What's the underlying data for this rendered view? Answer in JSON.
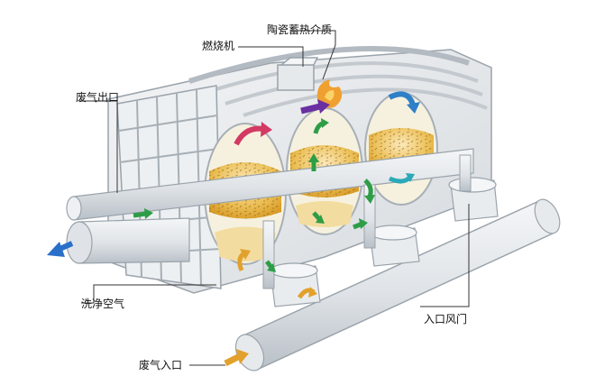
{
  "labels": {
    "ceramic_medium": "陶瓷蓄热介质",
    "burner": "燃烧机",
    "exhaust_outlet": "废气出口",
    "purge_air": "洗净空气",
    "inlet_damper": "入口风门",
    "exhaust_inlet": "废气入口"
  },
  "colors": {
    "frame": "#e4e7ea",
    "frame_edge": "#9aa3ab",
    "media": "#e8b84a",
    "media_light": "#f6e3ad",
    "arrow_green": "#2e9d47",
    "arrow_red": "#d23a63",
    "arrow_purple": "#6a2fa0",
    "arrow_blue": "#2f7fc8",
    "arrow_orange": "#e2a12c",
    "arrow_outlet": "#2a6fc9",
    "flame": "#f0a030"
  }
}
